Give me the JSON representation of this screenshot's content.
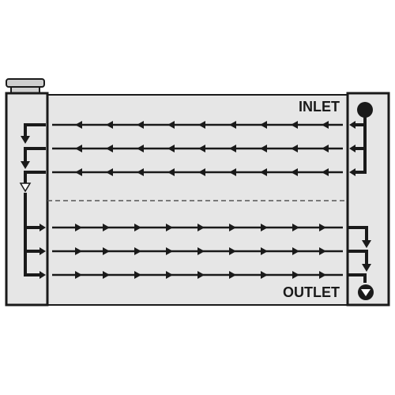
{
  "labels": {
    "inlet": "INLET",
    "outlet": "OUTLET"
  },
  "colors": {
    "background": "#ffffff",
    "core": "#e6e6e6",
    "tank": "#e6e6e6",
    "outline": "#1a1a1a",
    "flow": "#1a1a1a",
    "cap": "#cfcfcf"
  },
  "flow": {
    "upper_pass_direction": "right-to-left",
    "lower_pass_direction": "left-to-right",
    "upper_pass_tubes": 3,
    "lower_pass_tubes": 3
  },
  "icons": [
    "inlet-port-icon",
    "outlet-port-icon",
    "filler-cap-icon",
    "arrowhead-icon"
  ]
}
